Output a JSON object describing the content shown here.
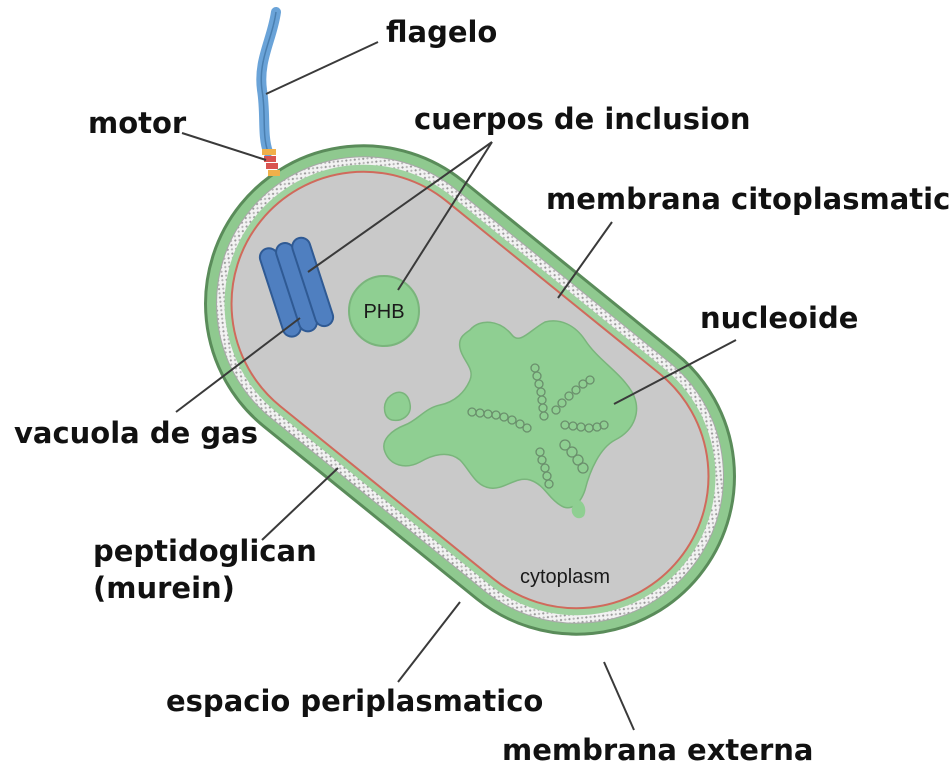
{
  "labels": {
    "flagelo": "flagelo",
    "motor": "motor",
    "cuerpos": "cuerpos de inclusion",
    "membrana_cito": "membrana citoplasmatica",
    "nucleoide": "nucleoide",
    "vacuola": "vacuola de gas",
    "peptido_1": "peptidoglican",
    "peptido_2": "(murein)",
    "espacio": "espacio periplasmatico",
    "membrana_ext": "membrana externa"
  },
  "inner": {
    "phb": "PHB",
    "cytoplasm": "cytoplasm"
  },
  "colors": {
    "outer_membrane": "#8fc98f",
    "outer_membrane_edge": "#5a8c5a",
    "periplasm": "#d9d9d9",
    "cytoplasm": "#c9c9c9",
    "cytoplasmic_membrane": "#d06a5c",
    "nucleoid": "#8fcf92",
    "gas_vacuole": "#4f7fc0",
    "flagellum": "#6aa3d8",
    "motor_red": "#d9534f",
    "motor_orange": "#f0b04a"
  }
}
